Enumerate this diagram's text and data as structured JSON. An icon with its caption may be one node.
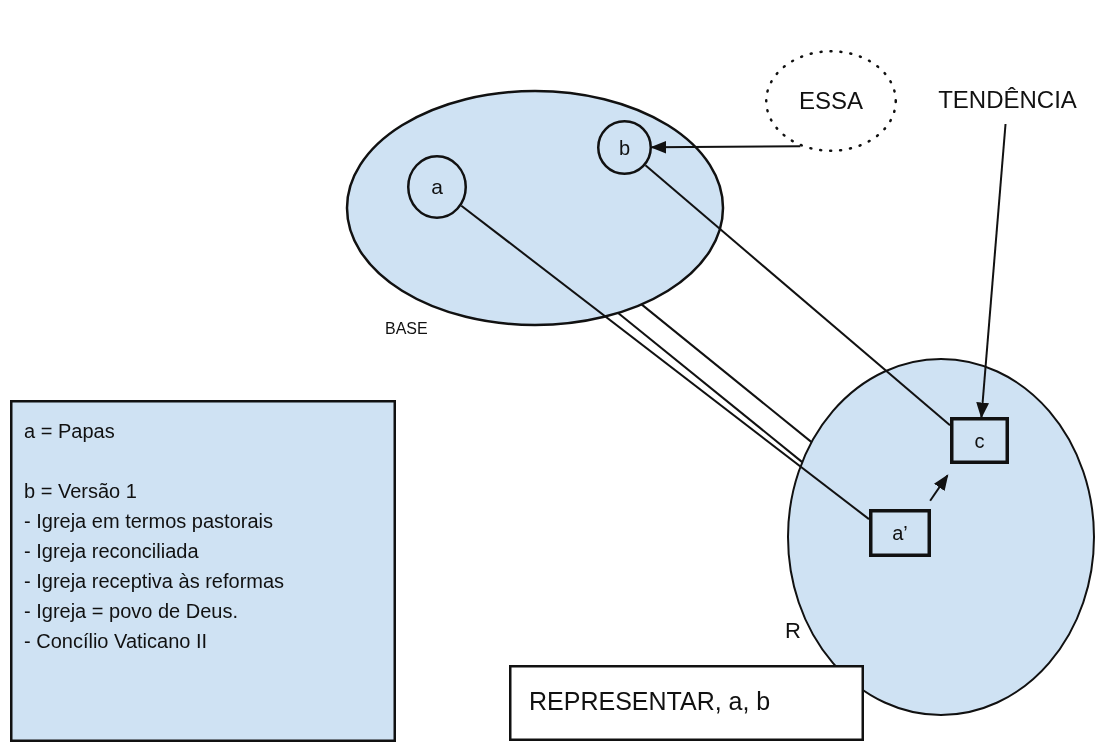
{
  "diagram": {
    "nodes": [
      {
        "text": [
          "BASE"
        ]
      },
      {
        "text": [
          "a"
        ],
        "in": 0
      },
      {
        "text": [
          "b"
        ],
        "in": 0
      },
      {
        "text": [
          "ESSA"
        ]
      },
      {
        "text": [
          "TENDÊNCIA"
        ]
      },
      {
        "text": [
          "R"
        ]
      },
      {
        "text": [
          "c"
        ],
        "in": 5
      },
      {
        "text": [
          "a’"
        ],
        "in": 5
      },
      {
        "text": [
          "a = Papas",
          "b = Versão 1",
          "- Igreja em termos pastorais",
          "- Igreja reconciliada",
          "- Igreja receptiva às reformas",
          "- Igreja = povo de Deus.",
          "- Concílio Vaticano II"
        ]
      },
      {
        "text": [
          "REPRESENTAR, a, b"
        ]
      }
    ],
    "edges": [
      {
        "from": 3,
        "to": 2,
        "arrow": "to"
      },
      {
        "from": 4,
        "to": 6,
        "arrow": "to"
      },
      {
        "from": 1,
        "to": 7,
        "arrow": "none"
      },
      {
        "from": 2,
        "to": 6,
        "arrow": "none"
      },
      {
        "from": 0,
        "to": 5,
        "arrow": "none"
      },
      {
        "from": 0,
        "to": 5,
        "arrow": "none"
      },
      {
        "from": 7,
        "to": 6,
        "arrow": "to"
      }
    ]
  }
}
